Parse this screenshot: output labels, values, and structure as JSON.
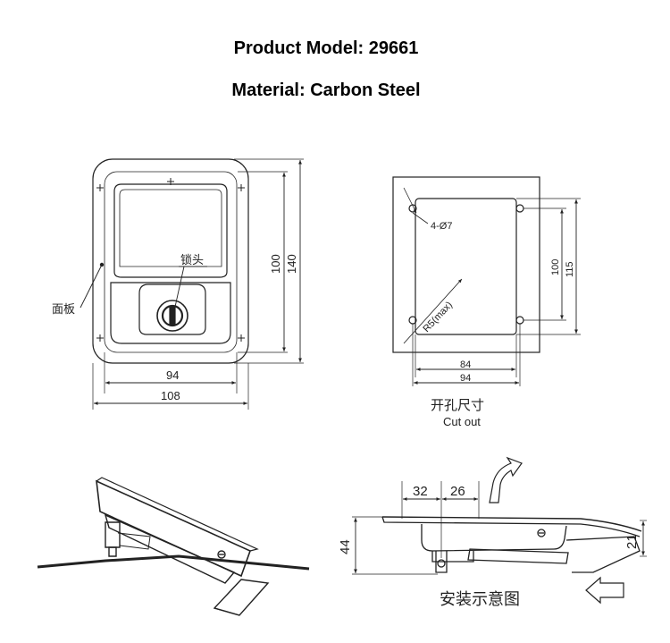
{
  "header": {
    "product_model": "Product Model: 29661",
    "material": "Material: Carbon Steel"
  },
  "front_view": {
    "lock_label": "锁头",
    "panel_label": "面板",
    "dim_width_inner": "94",
    "dim_width_outer": "108",
    "dim_height_inner": "100",
    "dim_height_outer": "140"
  },
  "cutout_view": {
    "hole_label": "4-Ø7",
    "radius_label": "R5(max)",
    "dim_width_inner": "84",
    "dim_width_outer": "94",
    "dim_height_inner": "100",
    "dim_height_outer": "115",
    "title_cn": "开孔尺寸",
    "title_en": "Cut out"
  },
  "install_view": {
    "dim_32": "32",
    "dim_26": "26",
    "dim_44": "44",
    "dim_21": "21",
    "caption": "安装示意图"
  }
}
